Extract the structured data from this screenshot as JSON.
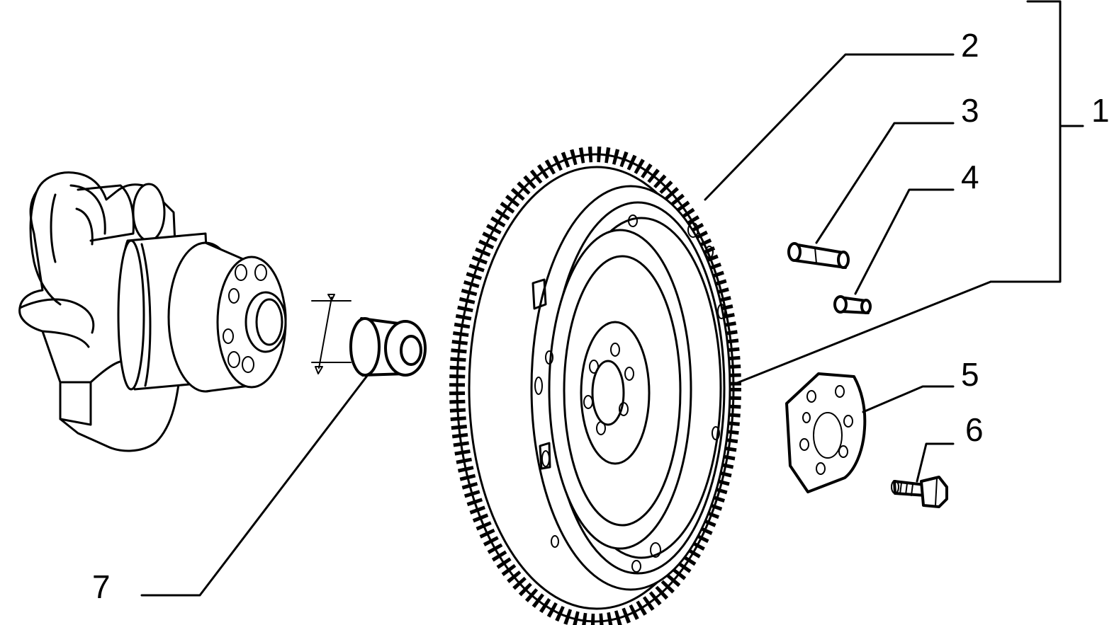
{
  "diagram": {
    "line_color": "#000000",
    "background_color": "#ffffff",
    "labels": {
      "group": "1",
      "ring_gear": "2",
      "dowel_pin": "3",
      "bushing": "4",
      "plate": "5",
      "bolt": "6",
      "spigot_bearing": "7"
    }
  }
}
